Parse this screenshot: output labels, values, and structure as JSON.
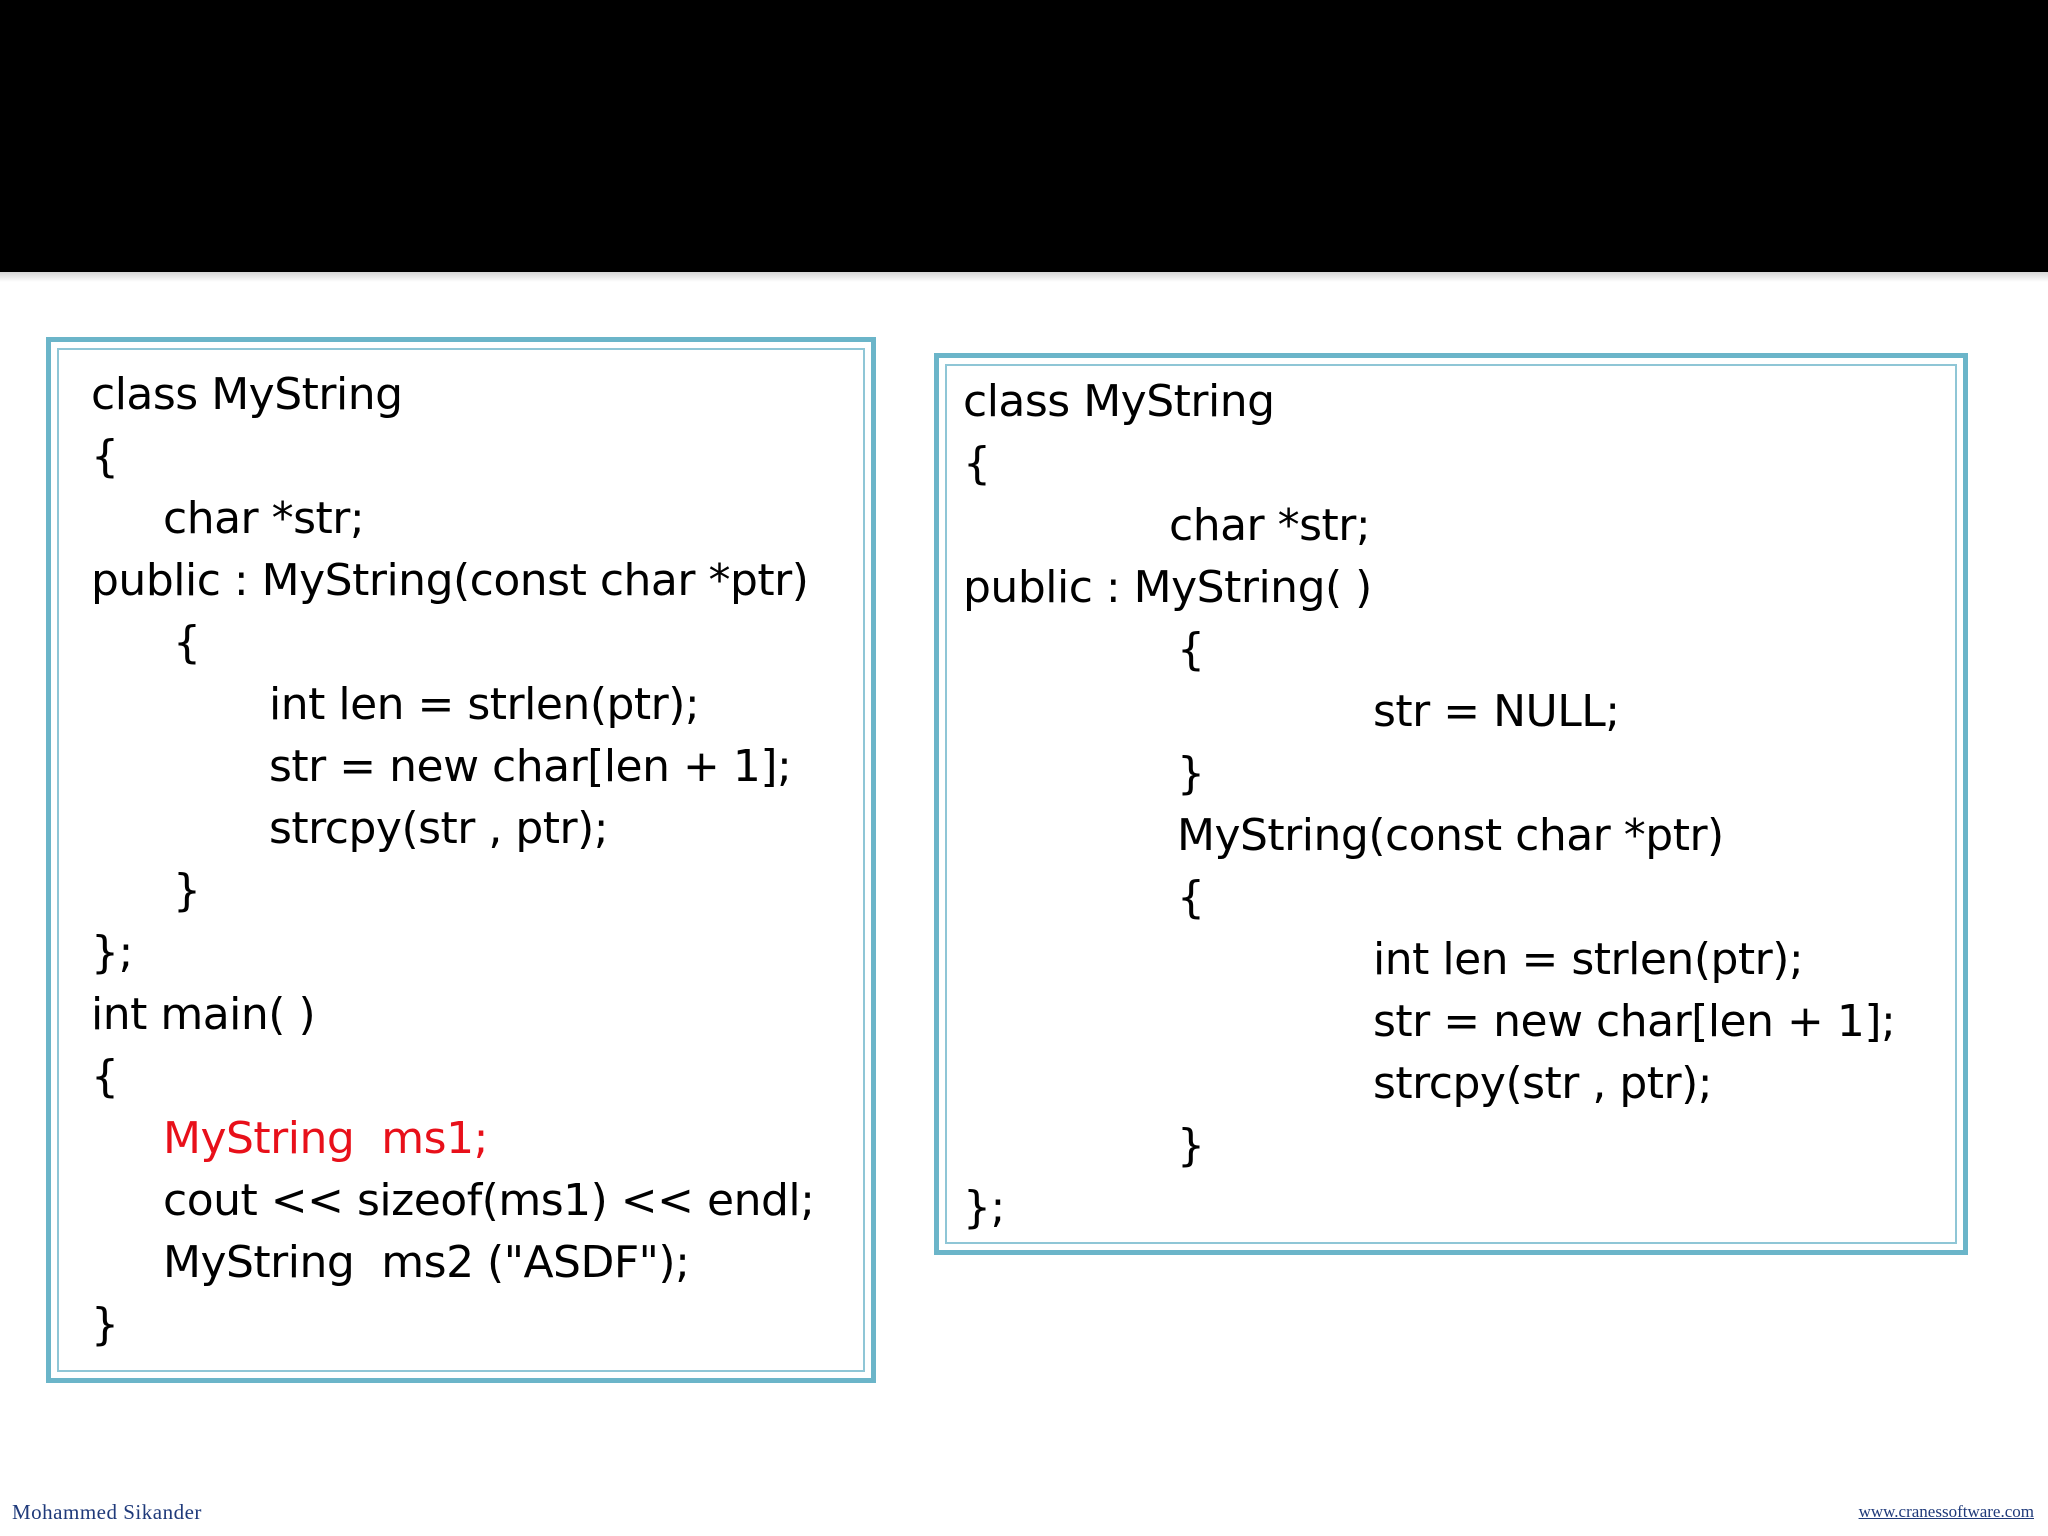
{
  "left_box": {
    "lines": [
      "class MyString",
      "{",
      "char *str;",
      "public : MyString(const char *ptr)",
      "{",
      "int len = strlen(ptr);",
      "str = new char[len + 1];",
      "strcpy(str , ptr);",
      "}",
      "};",
      "int main( )",
      "{",
      "MyString  ms1;",
      "cout << sizeof(ms1) << endl;",
      "MyString  ms2 (\"ASDF\");",
      "}"
    ]
  },
  "right_box": {
    "lines": [
      "class MyString",
      "{",
      "char *str;",
      "public : MyString( )",
      "{",
      "str = NULL;",
      "}",
      "MyString(const char *ptr)",
      "{",
      "int len = strlen(ptr);",
      "str = new char[len + 1];",
      "strcpy(str , ptr);",
      "}",
      "};"
    ]
  },
  "footer": {
    "author": "Mohammed  Sikander",
    "website": "www.cranessoftware.com"
  },
  "colors": {
    "title_bar": "#000000",
    "box_border": "#6bb5c9",
    "highlight": "#e8101a",
    "footer_text": "#1f3a7a"
  }
}
